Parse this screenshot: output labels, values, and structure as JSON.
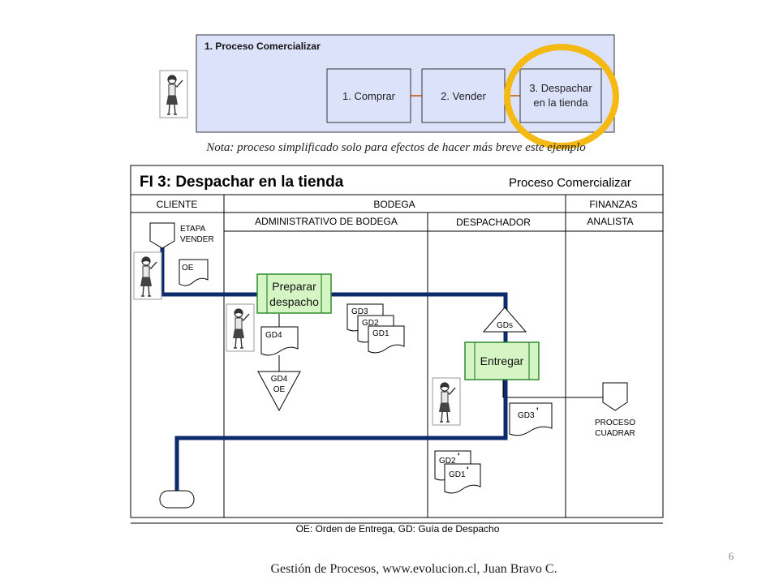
{
  "top_panel": {
    "title": "1. Proceso Comercializar",
    "steps": [
      {
        "label": "1. Comprar"
      },
      {
        "label": "2. Vender"
      },
      {
        "label_line1": "3. Despachar",
        "label_line2": "en la tienda"
      }
    ],
    "highlight_color": "#f5b914",
    "panel_fill": "#dde2fb"
  },
  "note": "Nota: proceso simplificado solo para efectos de hacer más breve este ejemplo",
  "diagram": {
    "title": "FI 3: Despachar en la tienda",
    "process_name": "Proceso Comercializar",
    "lanes": {
      "cliente": "CLIENTE",
      "bodega": "BODEGA",
      "finanzas": "FINANZAS",
      "admin_bodega": "ADMINISTRATIVO DE BODEGA",
      "despachador": "DESPACHADOR",
      "analista": "ANALISTA"
    },
    "connector_start_line1": "ETAPA",
    "connector_start_line2": "VENDER",
    "connector_end_line1": "PROCESO",
    "connector_end_line2": "CUADRAR",
    "activities": {
      "preparar_line1": "Preparar",
      "preparar_line2": "despacho",
      "entregar": "Entregar"
    },
    "documents": {
      "oe": "OE",
      "gd4": "GD4",
      "gd3": "GD3",
      "gd2": "GD2",
      "gd1": "GD1",
      "gd3_prime": "GD3",
      "gd2_prime": "GD2",
      "gd1_prime": "GD1",
      "prime": "'"
    },
    "archives": {
      "gds": "GDs",
      "gd4_oe_line1": "GD4",
      "gd4_oe_line2": "OE"
    },
    "flow_color": "#0d2a6b",
    "activity_fill": "#d6f5c4",
    "activity_border": "#2e8a2e"
  },
  "legend": "OE: Orden de Entrega, GD: Guía de Despacho",
  "footer": "Gestión de Procesos, www.evolucion.cl, Juan Bravo C.",
  "page_number": "6"
}
